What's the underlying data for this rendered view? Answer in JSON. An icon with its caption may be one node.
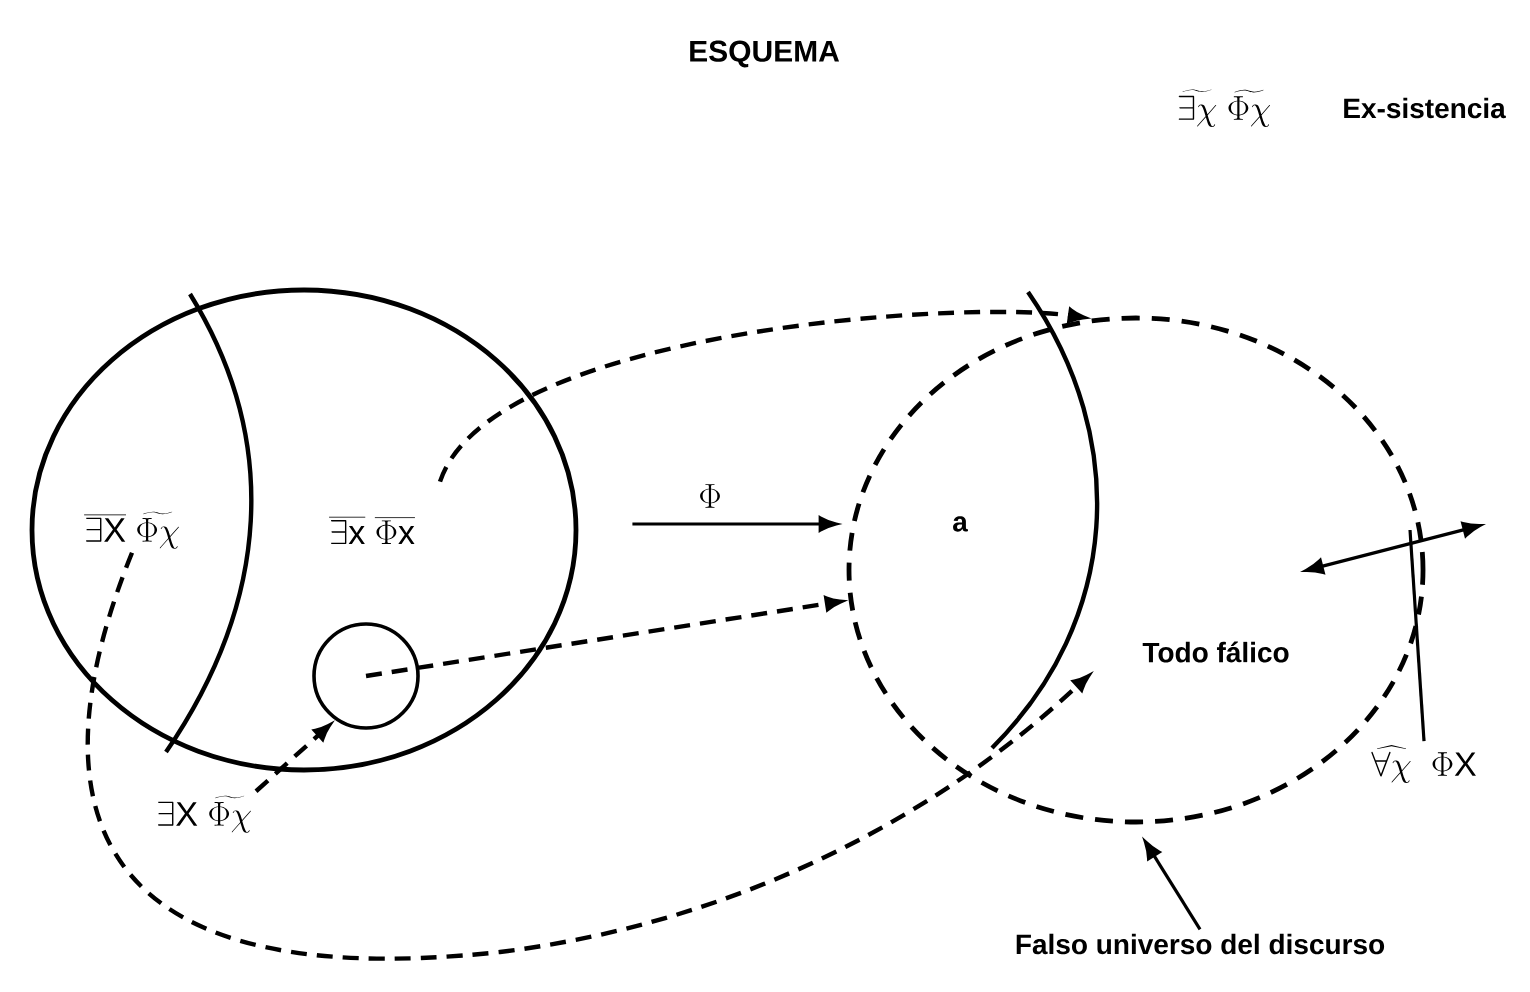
{
  "diagram": {
    "title": "ESQUEMA",
    "nodes": [
      {
        "text": [],
        "shape": "circle"
      },
      {
        "text": [
          "\\overline{\\exists \\mathrm{X}}\\;\\widetilde{\\Phi\\chi}"
        ],
        "in": 0
      },
      {
        "text": [
          "\\overline{\\exists\\mathrm{x}}\\;\\overline{\\Phi\\mathrm{x}}"
        ],
        "in": 0
      },
      {
        "text": [],
        "shape": "circle",
        "in": 0
      },
      {
        "text": [
          "\\exists\\mathrm{X}\\;\\widetilde{\\Phi\\chi}"
        ]
      },
      {
        "text": [],
        "shape": "circle"
      },
      {
        "text": [
          "a"
        ],
        "in": 5
      },
      {
        "text": [
          "Todo fálico"
        ],
        "in": 5
      },
      {
        "text": [
          "\\widehat{\\forall\\chi}\\;\\;\\Phi\\mathrm{X}"
        ]
      },
      {
        "text": [
          "Falso universo del discurso"
        ]
      }
    ],
    "edges": [
      {
        "from": 1,
        "to": 7,
        "arrow": "to",
        "style": "dashed"
      },
      {
        "from": 2,
        "to": 5,
        "arrow": "to",
        "style": "dashed"
      },
      {
        "from": 3,
        "to": 5,
        "arrow": "to",
        "style": "dashed"
      },
      {
        "from": 4,
        "to": 3,
        "arrow": "to",
        "style": "dashed"
      },
      {
        "from": 0,
        "to": 5,
        "arrow": "to",
        "label": "\\Phi"
      },
      {
        "from": 8,
        "to": 5,
        "arrow": "none"
      },
      {
        "from": 9,
        "to": 5,
        "arrow": "to"
      }
    ],
    "labels": [
      "\\widetilde{\\exists\\chi}\\;\\widetilde{\\Phi\\chi}",
      "Ex-sistencia"
    ]
  }
}
